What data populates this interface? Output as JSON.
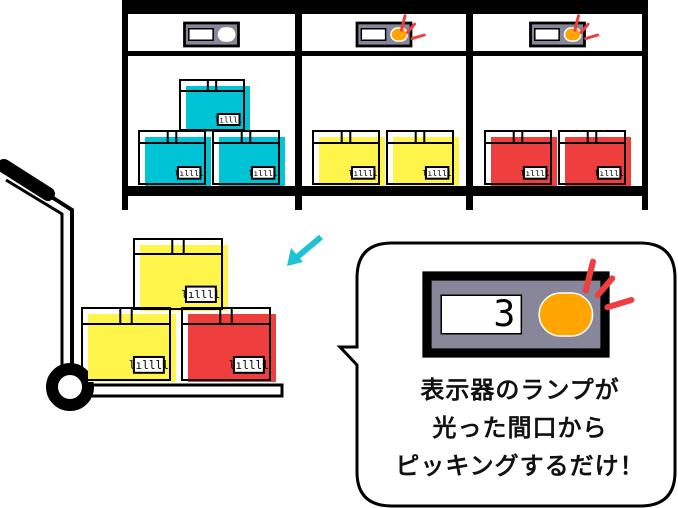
{
  "colors": {
    "cyan": "#00c4d6",
    "yellow": "#fff44a",
    "red": "#ef3e3e",
    "lamp_on": "#ffa500",
    "lamp_off": "#ffffff",
    "panel": "#878799",
    "spark": "#ef3e3e",
    "arrow": "#1cc3d4",
    "ink": "#000000"
  },
  "shelf": {
    "bays": [
      {
        "name": "bay-1",
        "box_color": "cyan",
        "box_count": 3,
        "lamp_lit": false
      },
      {
        "name": "bay-2",
        "box_color": "yellow",
        "box_count": 2,
        "lamp_lit": true
      },
      {
        "name": "bay-3",
        "box_color": "red",
        "box_count": 2,
        "lamp_lit": true
      }
    ],
    "box_label_glyph": "lıllll"
  },
  "cart": {
    "boxes": [
      {
        "position": "top",
        "color": "yellow"
      },
      {
        "position": "bottom-left",
        "color": "yellow"
      },
      {
        "position": "bottom-right",
        "color": "red"
      }
    ]
  },
  "callout": {
    "display_value": "3",
    "lamp_lit": true,
    "lines": [
      "表示器のランプが",
      "光った間口から",
      "ピッキングするだけ！"
    ]
  }
}
